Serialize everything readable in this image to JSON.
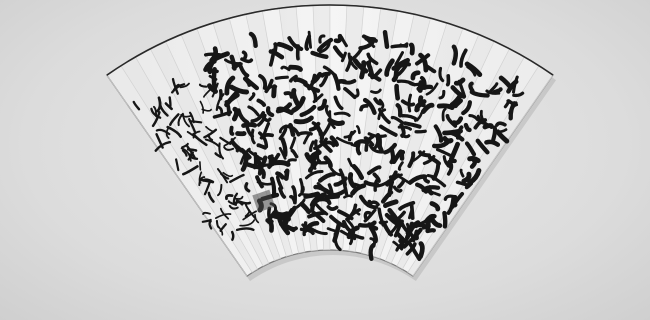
{
  "scene": {
    "subject": "folding-fan-calligraphy",
    "colors": {
      "background": "#dcdcdc",
      "paper": "#f2f2f2",
      "paper_shade": "#e4e4e4",
      "ink": "#161616",
      "seal_ink": "#4a4a4a",
      "rib": "#d2d2d2"
    },
    "fan": {
      "rib_count": 28,
      "text_column_count": 16
    },
    "seal": {
      "present": true
    }
  }
}
